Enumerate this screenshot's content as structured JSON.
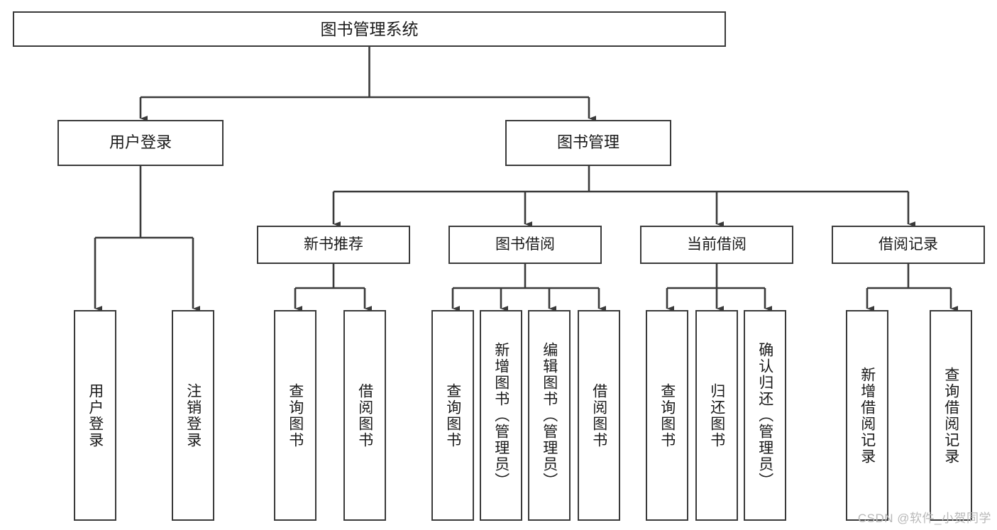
{
  "diagram": {
    "title": "图书管理系统",
    "type": "tree-hierarchy-functional-structure",
    "line_color": "#3a3a3a",
    "box_fill": "#ffffff",
    "text_color": "#1a1a1a"
  },
  "root": {
    "label": "图书管理系统"
  },
  "level2": [
    {
      "label": "用户登录"
    },
    {
      "label": "图书管理"
    }
  ],
  "level3": [
    {
      "label": "新书推荐"
    },
    {
      "label": "图书借阅"
    },
    {
      "label": "当前借阅"
    },
    {
      "label": "借阅记录"
    }
  ],
  "leaves": {
    "user_login": [
      {
        "label": "用户登录"
      },
      {
        "label": "注销登录"
      }
    ],
    "new_book_recommend": [
      {
        "label": "查询图书"
      },
      {
        "label": "借阅图书"
      }
    ],
    "book_borrow": [
      {
        "label": "查询图书"
      },
      {
        "label": "新增图书（管理员）"
      },
      {
        "label": "编辑图书（管理员）"
      },
      {
        "label": "借阅图书"
      }
    ],
    "current_borrow": [
      {
        "label": "查询图书"
      },
      {
        "label": "归还图书"
      },
      {
        "label": "确认归还（管理员）"
      }
    ],
    "borrow_record": [
      {
        "label": "新增借阅记录"
      },
      {
        "label": "查询借阅记录"
      }
    ]
  },
  "watermark": {
    "text": "CSDN @软件_小贺同学"
  }
}
